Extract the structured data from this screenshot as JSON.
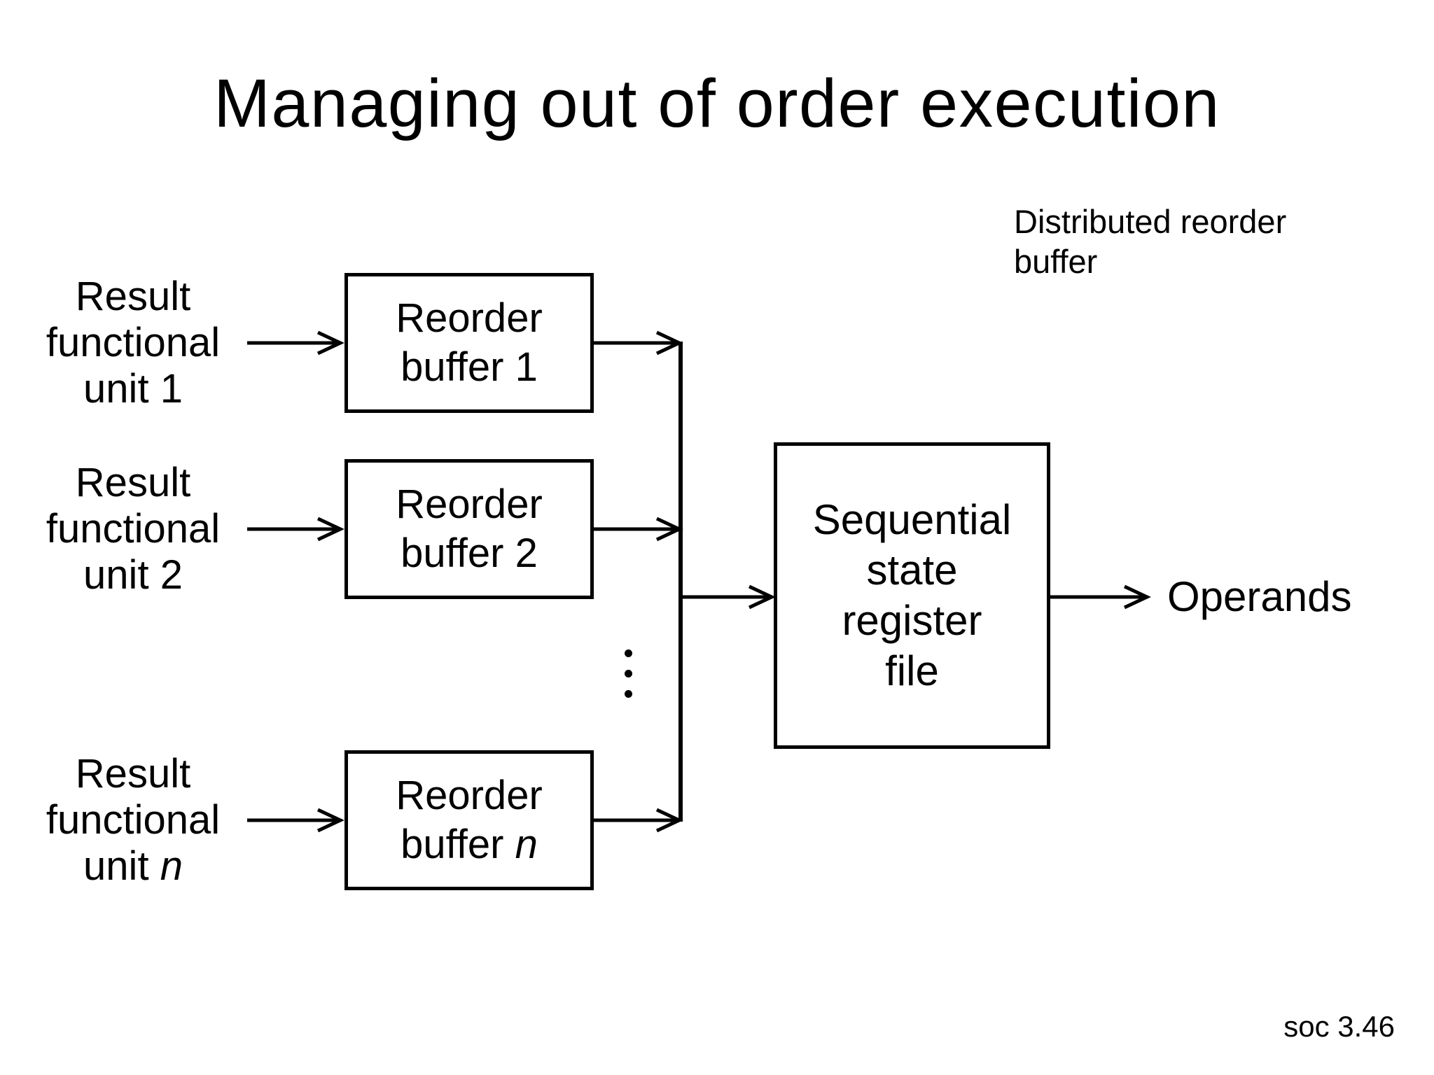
{
  "page": {
    "title": "Managing out of order execution",
    "footer": "soc 3.46"
  },
  "annotation": {
    "lines": [
      "Distributed reorder",
      "buffer"
    ]
  },
  "rows": [
    {
      "l1": "Result",
      "l2": "functional",
      "l3": "unit",
      "b1": "Reorder",
      "b2": "buffer",
      "id": "1"
    },
    {
      "l1": "Result",
      "l2": "functional",
      "l3": "unit",
      "b1": "Reorder",
      "b2": "buffer",
      "id": "2"
    },
    {
      "l1": "Result",
      "l2": "functional",
      "l3": "unit",
      "b1": "Reorder",
      "b2": "buffer",
      "id": "n"
    }
  ],
  "register_file": {
    "lines": [
      "Sequential",
      "state",
      "register",
      "file"
    ]
  },
  "operands_label": "Operands",
  "colors": {
    "ink": "#000000",
    "background": "#ffffff"
  }
}
